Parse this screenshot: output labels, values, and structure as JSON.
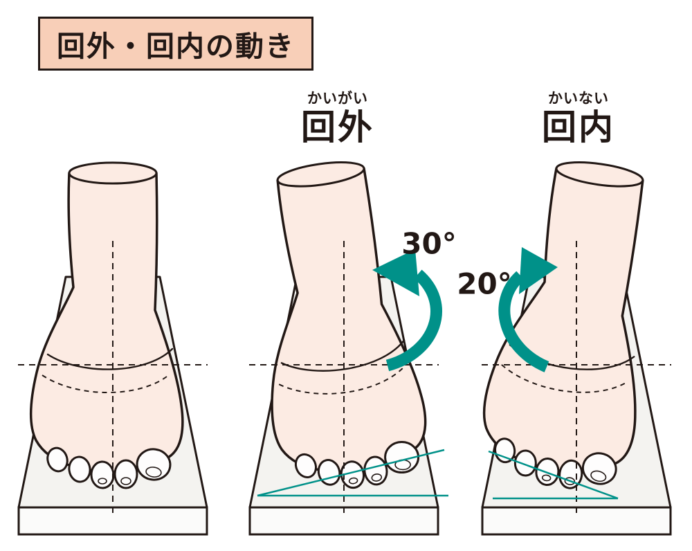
{
  "title": "回外・回内の動き",
  "figures": [
    {
      "name": "neutral",
      "furigana": "",
      "label": "",
      "angle": ""
    },
    {
      "name": "supination",
      "furigana": "かいがい",
      "label": "回外",
      "angle": "30°"
    },
    {
      "name": "pronation",
      "furigana": "かいない",
      "label": "回内",
      "angle": "20°"
    }
  ],
  "colors": {
    "skin": "#fcebe3",
    "outline": "#221815",
    "accent_teal": "#009189",
    "title_bg": "#f8cfb8",
    "platform_top": "#f4f3f0",
    "platform_front": "#fbfbfa",
    "toe_fill": "#fefdfd",
    "background": "#ffffff"
  }
}
